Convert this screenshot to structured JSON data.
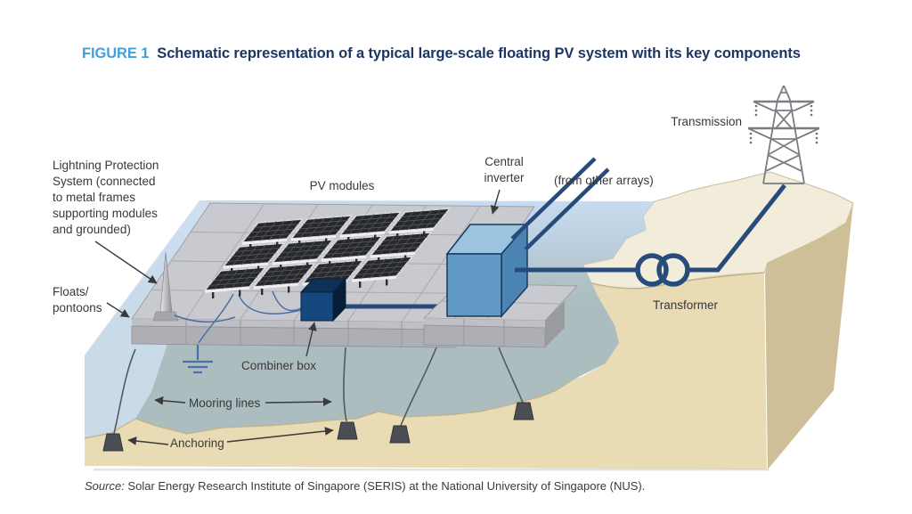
{
  "title": {
    "tag": "FIGURE 1",
    "text": "Schematic representation of a typical large-scale floating PV system with its key components"
  },
  "labels": {
    "lightning_protection": {
      "line1": "Lightning Protection",
      "line2": "System (connected",
      "line3": "to metal frames",
      "line4": "supporting modules",
      "line5": "and grounded)"
    },
    "floats": {
      "line1": "Floats/",
      "line2": "pontoons"
    },
    "pv_modules": "PV modules",
    "central_inverter": {
      "line1": "Central",
      "line2": "inverter"
    },
    "from_other_arrays": "(from other arrays)",
    "transmission": "Transmission",
    "transformer": "Transformer",
    "combiner_box": "Combiner box",
    "mooring_lines": "Mooring lines",
    "anchoring": "Anchoring"
  },
  "source": {
    "prefix": "Source:",
    "text": " Solar Energy Research Institute of Singapore (SERIS) at the National University of Singapore (NUS)."
  },
  "colors": {
    "figure_tag_blue": "#3FA0DC",
    "title_navy": "#1C3664",
    "label_gray": "#3A3A3B",
    "water_surface": "#C8DCEF",
    "water_deep": "#ABBDBE",
    "sand": "#E9DBB3",
    "land_top": "#F2ECDA",
    "land_side": "#CFBF99",
    "pontoon_top": "#C9CACF",
    "pontoon_front": "#AEAFB4",
    "pv_panel": "#26282C",
    "inverter_blue": "#6098C6",
    "combiner_navy": "#15497E",
    "cable_navy": "#274B7A",
    "tower_gray": "#7A7E82",
    "anchor_gray": "#4A4E54"
  }
}
